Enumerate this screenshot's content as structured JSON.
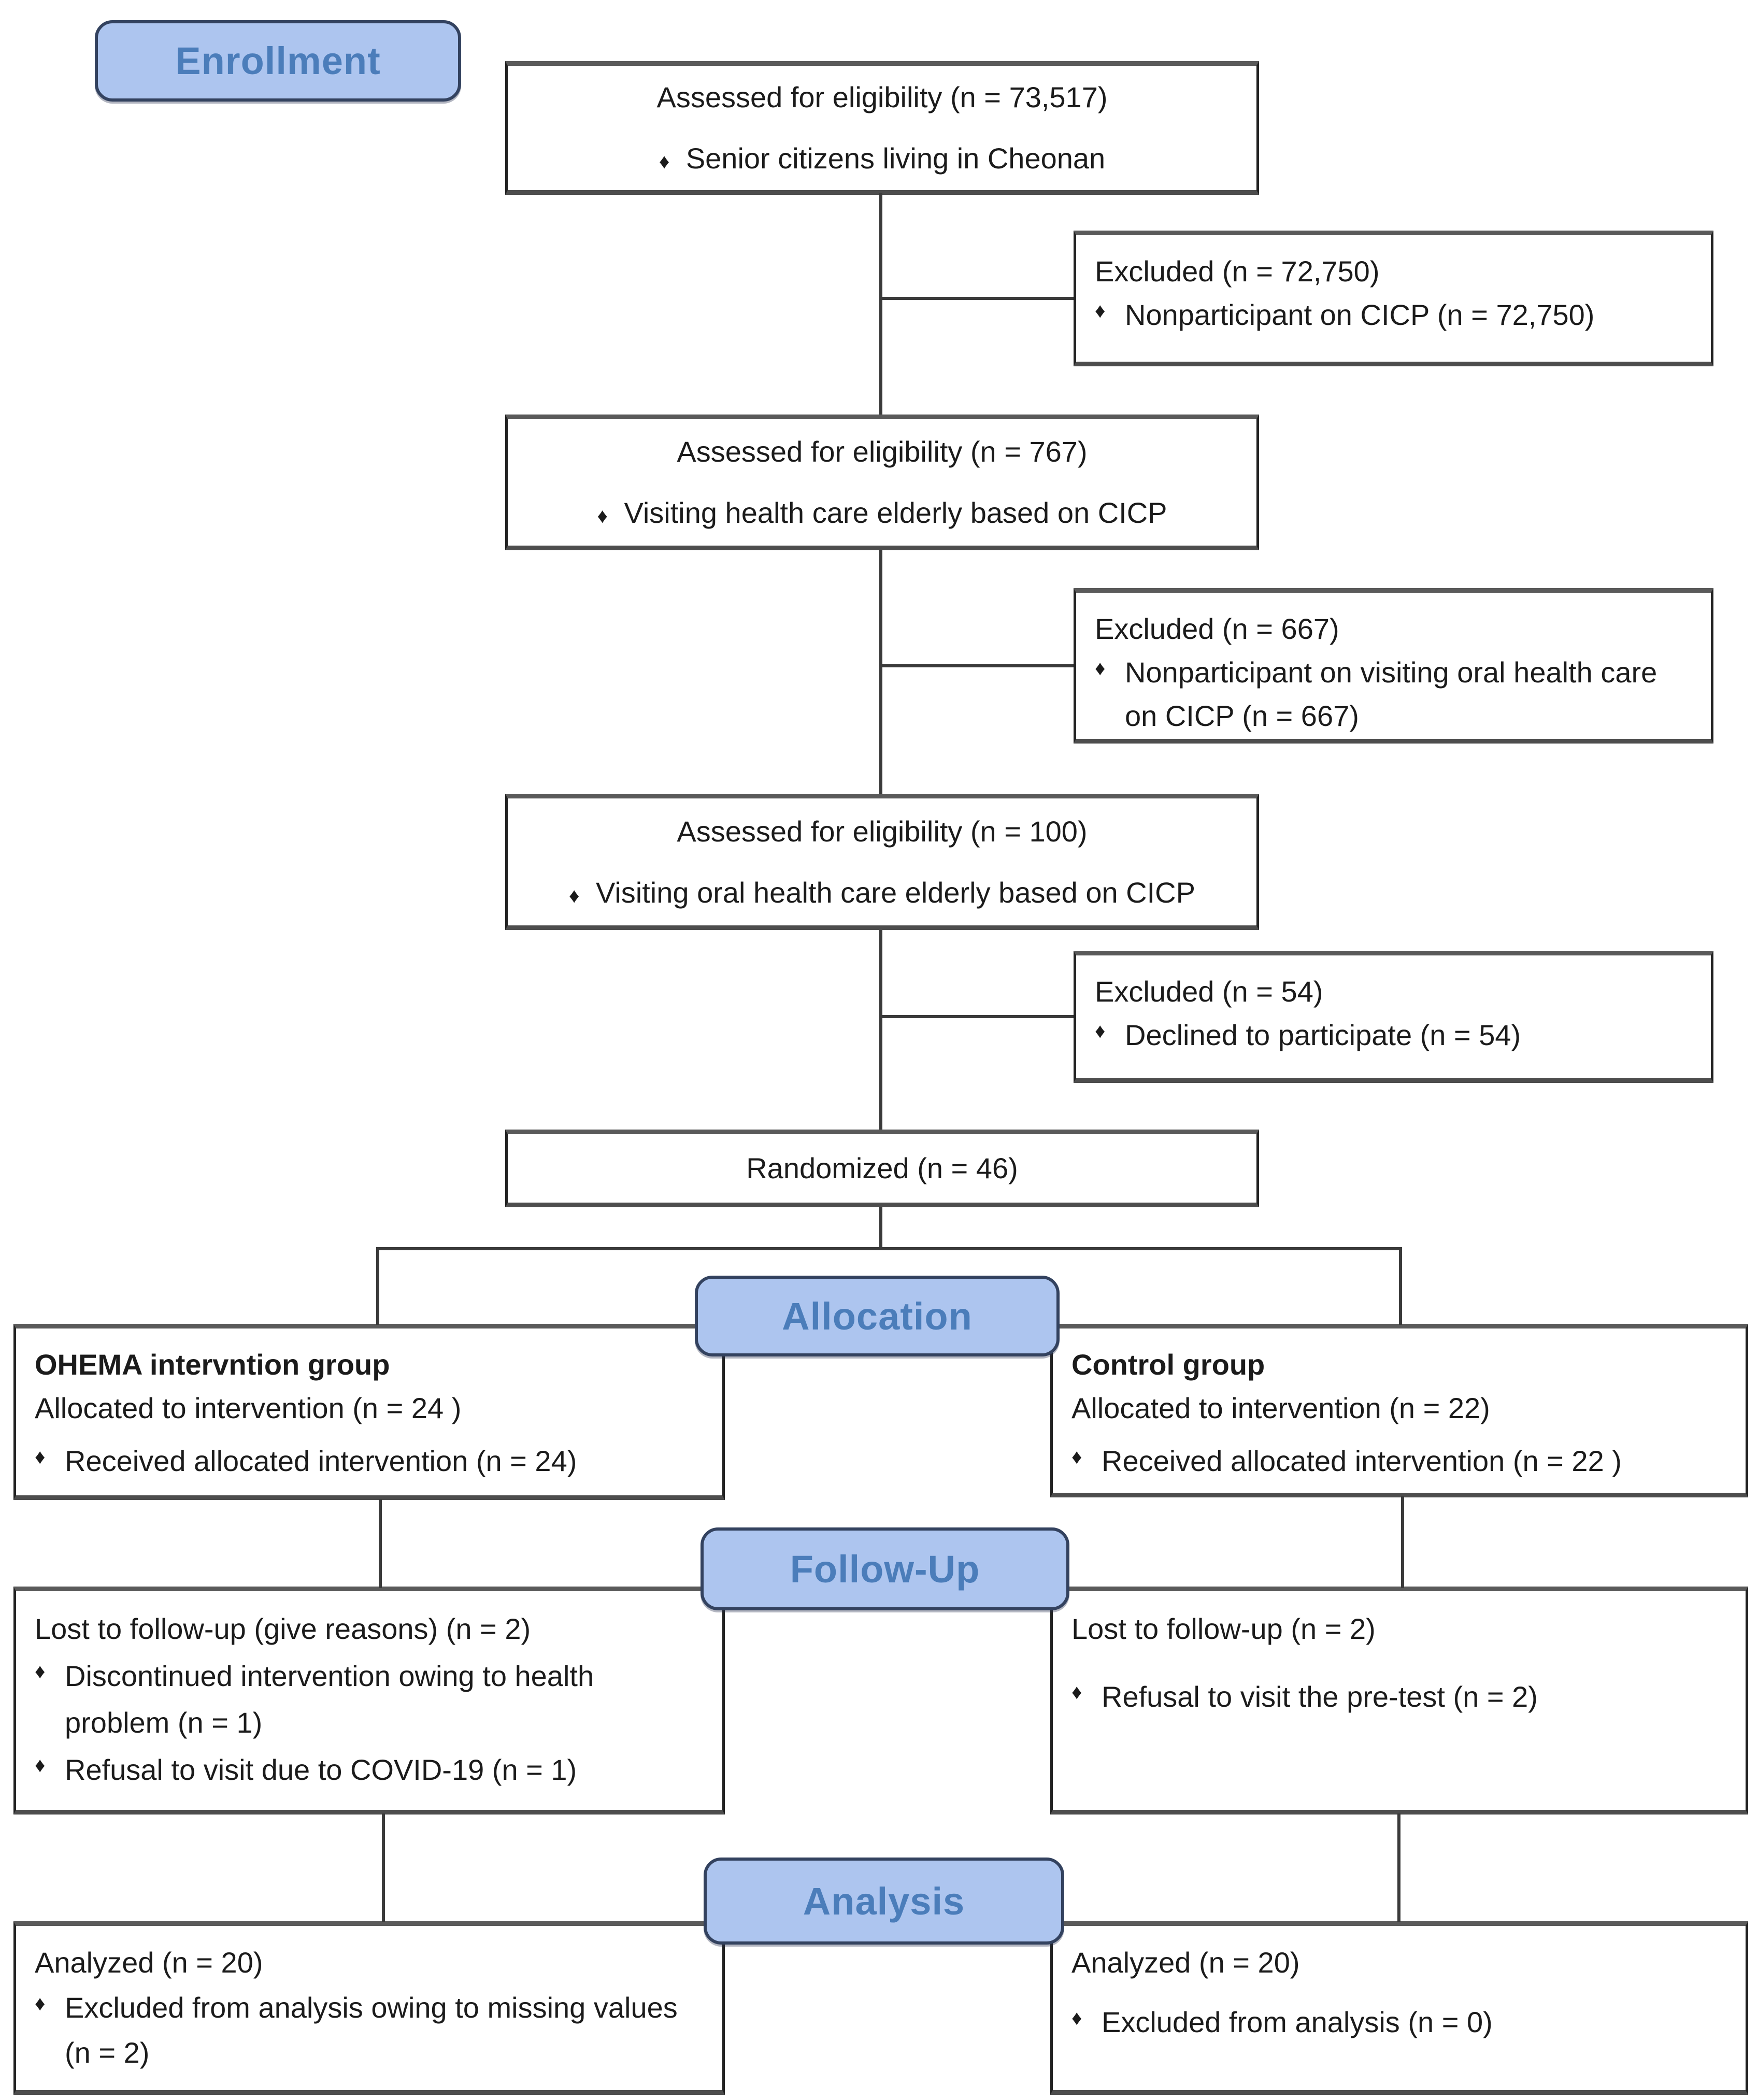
{
  "bullet_marker": "♦",
  "colors": {
    "badge_fill": "#adc5ef",
    "badge_border": "#33425f",
    "badge_text": "#4b7dba",
    "box_border": "#3a3a3a",
    "text": "#1b1b1b",
    "background": "#ffffff"
  },
  "badges": {
    "enrollment": "Enrollment",
    "allocation": "Allocation",
    "follow_up": "Follow-Up",
    "analysis": "Analysis"
  },
  "boxes": {
    "eligibility1": {
      "title": "Assessed for eligibility (n = 73,517)",
      "bullet": "Senior citizens living in Cheonan"
    },
    "excluded1": {
      "title": "Excluded  (n = 72,750)",
      "bullet": "Nonparticipant on CICP (n = 72,750)"
    },
    "eligibility2": {
      "title": "Assessed for eligibility (n = 767)",
      "bullet": "Visiting health care elderly based on CICP"
    },
    "excluded2": {
      "title": "Excluded  (n = 667)",
      "bullet": "Nonparticipant on visiting oral health care on CICP (n = 667)"
    },
    "eligibility3": {
      "title": "Assessed for eligibility (n = 100)",
      "bullet": "Visiting oral health care elderly based on CICP"
    },
    "excluded3": {
      "title": "Excluded  (n = 54)",
      "bullet": "Declined to participate (n = 54)"
    },
    "randomized": {
      "title": "Randomized (n = 46)"
    },
    "group_left": {
      "title": "OHEMA intervntion group",
      "line": "Allocated to intervention (n = 24 )",
      "bullet": "Received allocated intervention (n = 24)"
    },
    "group_right": {
      "title": "Control group",
      "line": "Allocated to intervention (n = 22)",
      "bullet": "Received allocated intervention (n = 22 )"
    },
    "followup_left": {
      "title": "Lost to follow-up (give reasons) (n = 2)",
      "bullet1": "Discontinued intervention owing to health problem (n = 1)",
      "bullet2": "Refusal to visit due to COVID-19 (n = 1)"
    },
    "followup_right": {
      "title": "Lost to follow-up (n = 2)",
      "bullet": "Refusal to visit the pre-test (n = 2)"
    },
    "analysis_left": {
      "title": "Analyzed  (n = 20)",
      "bullet": "Excluded from analysis owing to missing values (n = 2)"
    },
    "analysis_right": {
      "title": "Analyzed  (n = 20)",
      "bullet": "Excluded from analysis (n = 0)"
    }
  }
}
